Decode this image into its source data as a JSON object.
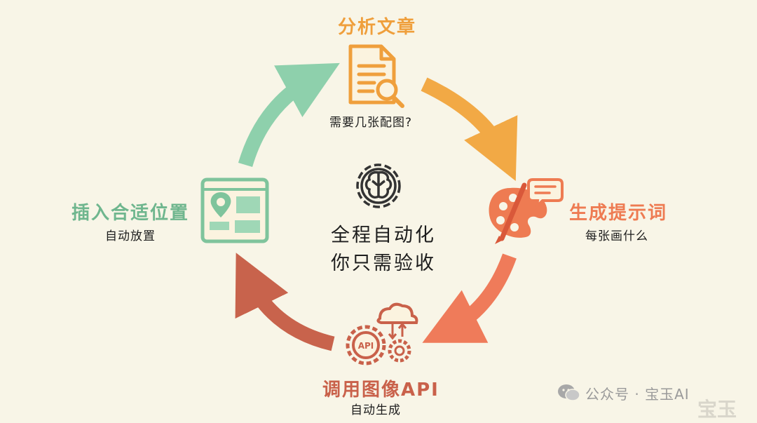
{
  "colors": {
    "background": "#f8f5e7",
    "analyze": "#ef9f3c",
    "prompt": "#ee7b52",
    "api": "#c9614a",
    "insert": "#6fb68e",
    "green_arrow": "#8fd0ad",
    "dark": "#333333"
  },
  "steps": {
    "analyze": {
      "title": "分析文章",
      "subtitle": "需要几张配图?",
      "icon": "document-search-icon"
    },
    "prompt": {
      "title": "生成提示词",
      "subtitle": "每张画什么",
      "icon": "palette-brush-chat-icon"
    },
    "api": {
      "title": "调用图像API",
      "subtitle": "自动生成",
      "icon": "gears-cloud-api-icon",
      "icon_text": "API"
    },
    "insert": {
      "title": "插入合适位置",
      "subtitle": "自动放置",
      "icon": "layout-pin-icon"
    }
  },
  "center": {
    "icon": "brain-gear-icon",
    "line1": "全程自动化",
    "line2": "你只需验收"
  },
  "watermark": {
    "text": "公众号 · 宝玉AI",
    "icon": "wechat-icon",
    "ghost": "宝玉"
  }
}
